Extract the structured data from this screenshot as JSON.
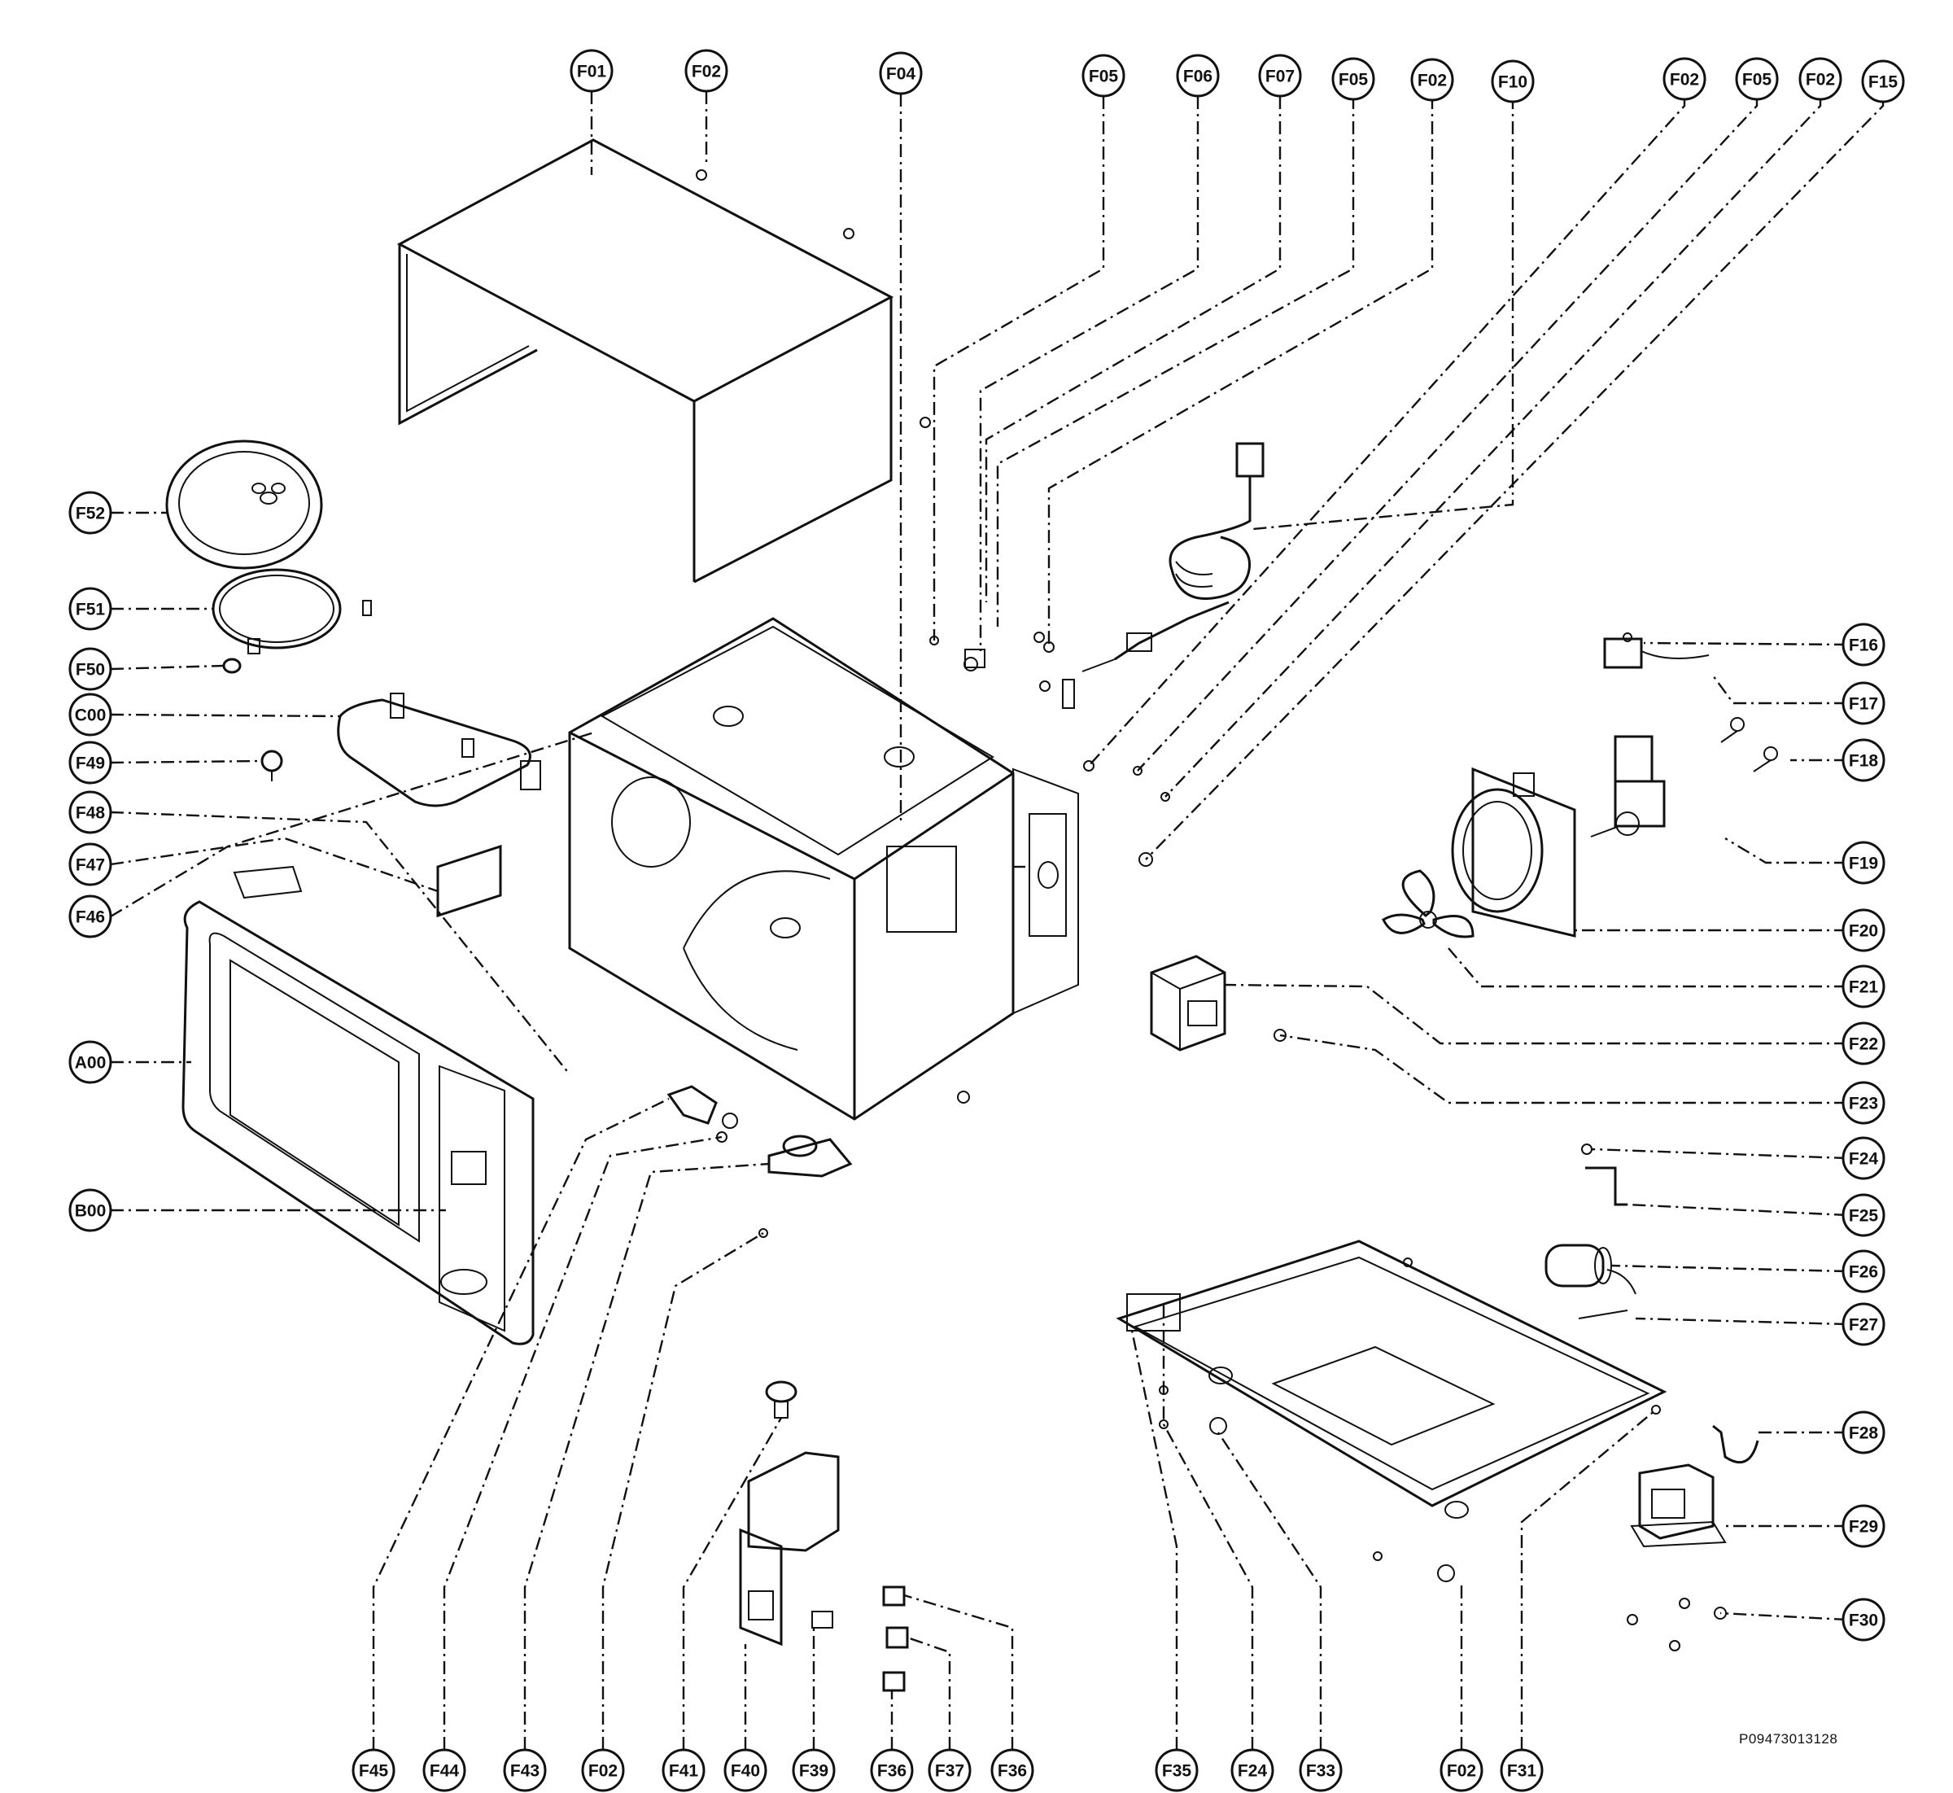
{
  "labels": {
    "F01": "F01",
    "F02": "F02",
    "F04": "F04",
    "F05": "F05",
    "F06": "F06",
    "F07": "F07",
    "F10": "F10",
    "F15": "F15",
    "F16": "F16",
    "F17": "F17",
    "F18": "F18",
    "F19": "F19",
    "F20": "F20",
    "F21": "F21",
    "F22": "F22",
    "F23": "F23",
    "F24": "F24",
    "F25": "F25",
    "F26": "F26",
    "F27": "F27",
    "F28": "F28",
    "F29": "F29",
    "F30": "F30",
    "F31": "F31",
    "F33": "F33",
    "F35": "F35",
    "F36": "F36",
    "F37": "F37",
    "F39": "F39",
    "F40": "F40",
    "F41": "F41",
    "F43": "F43",
    "F44": "F44",
    "F45": "F45",
    "F46": "F46",
    "F47": "F47",
    "F48": "F48",
    "F49": "F49",
    "F50": "F50",
    "F51": "F51",
    "F52": "F52",
    "A00": "A00",
    "B00": "B00",
    "C00": "C00"
  },
  "drawing_code": "P09473013128"
}
